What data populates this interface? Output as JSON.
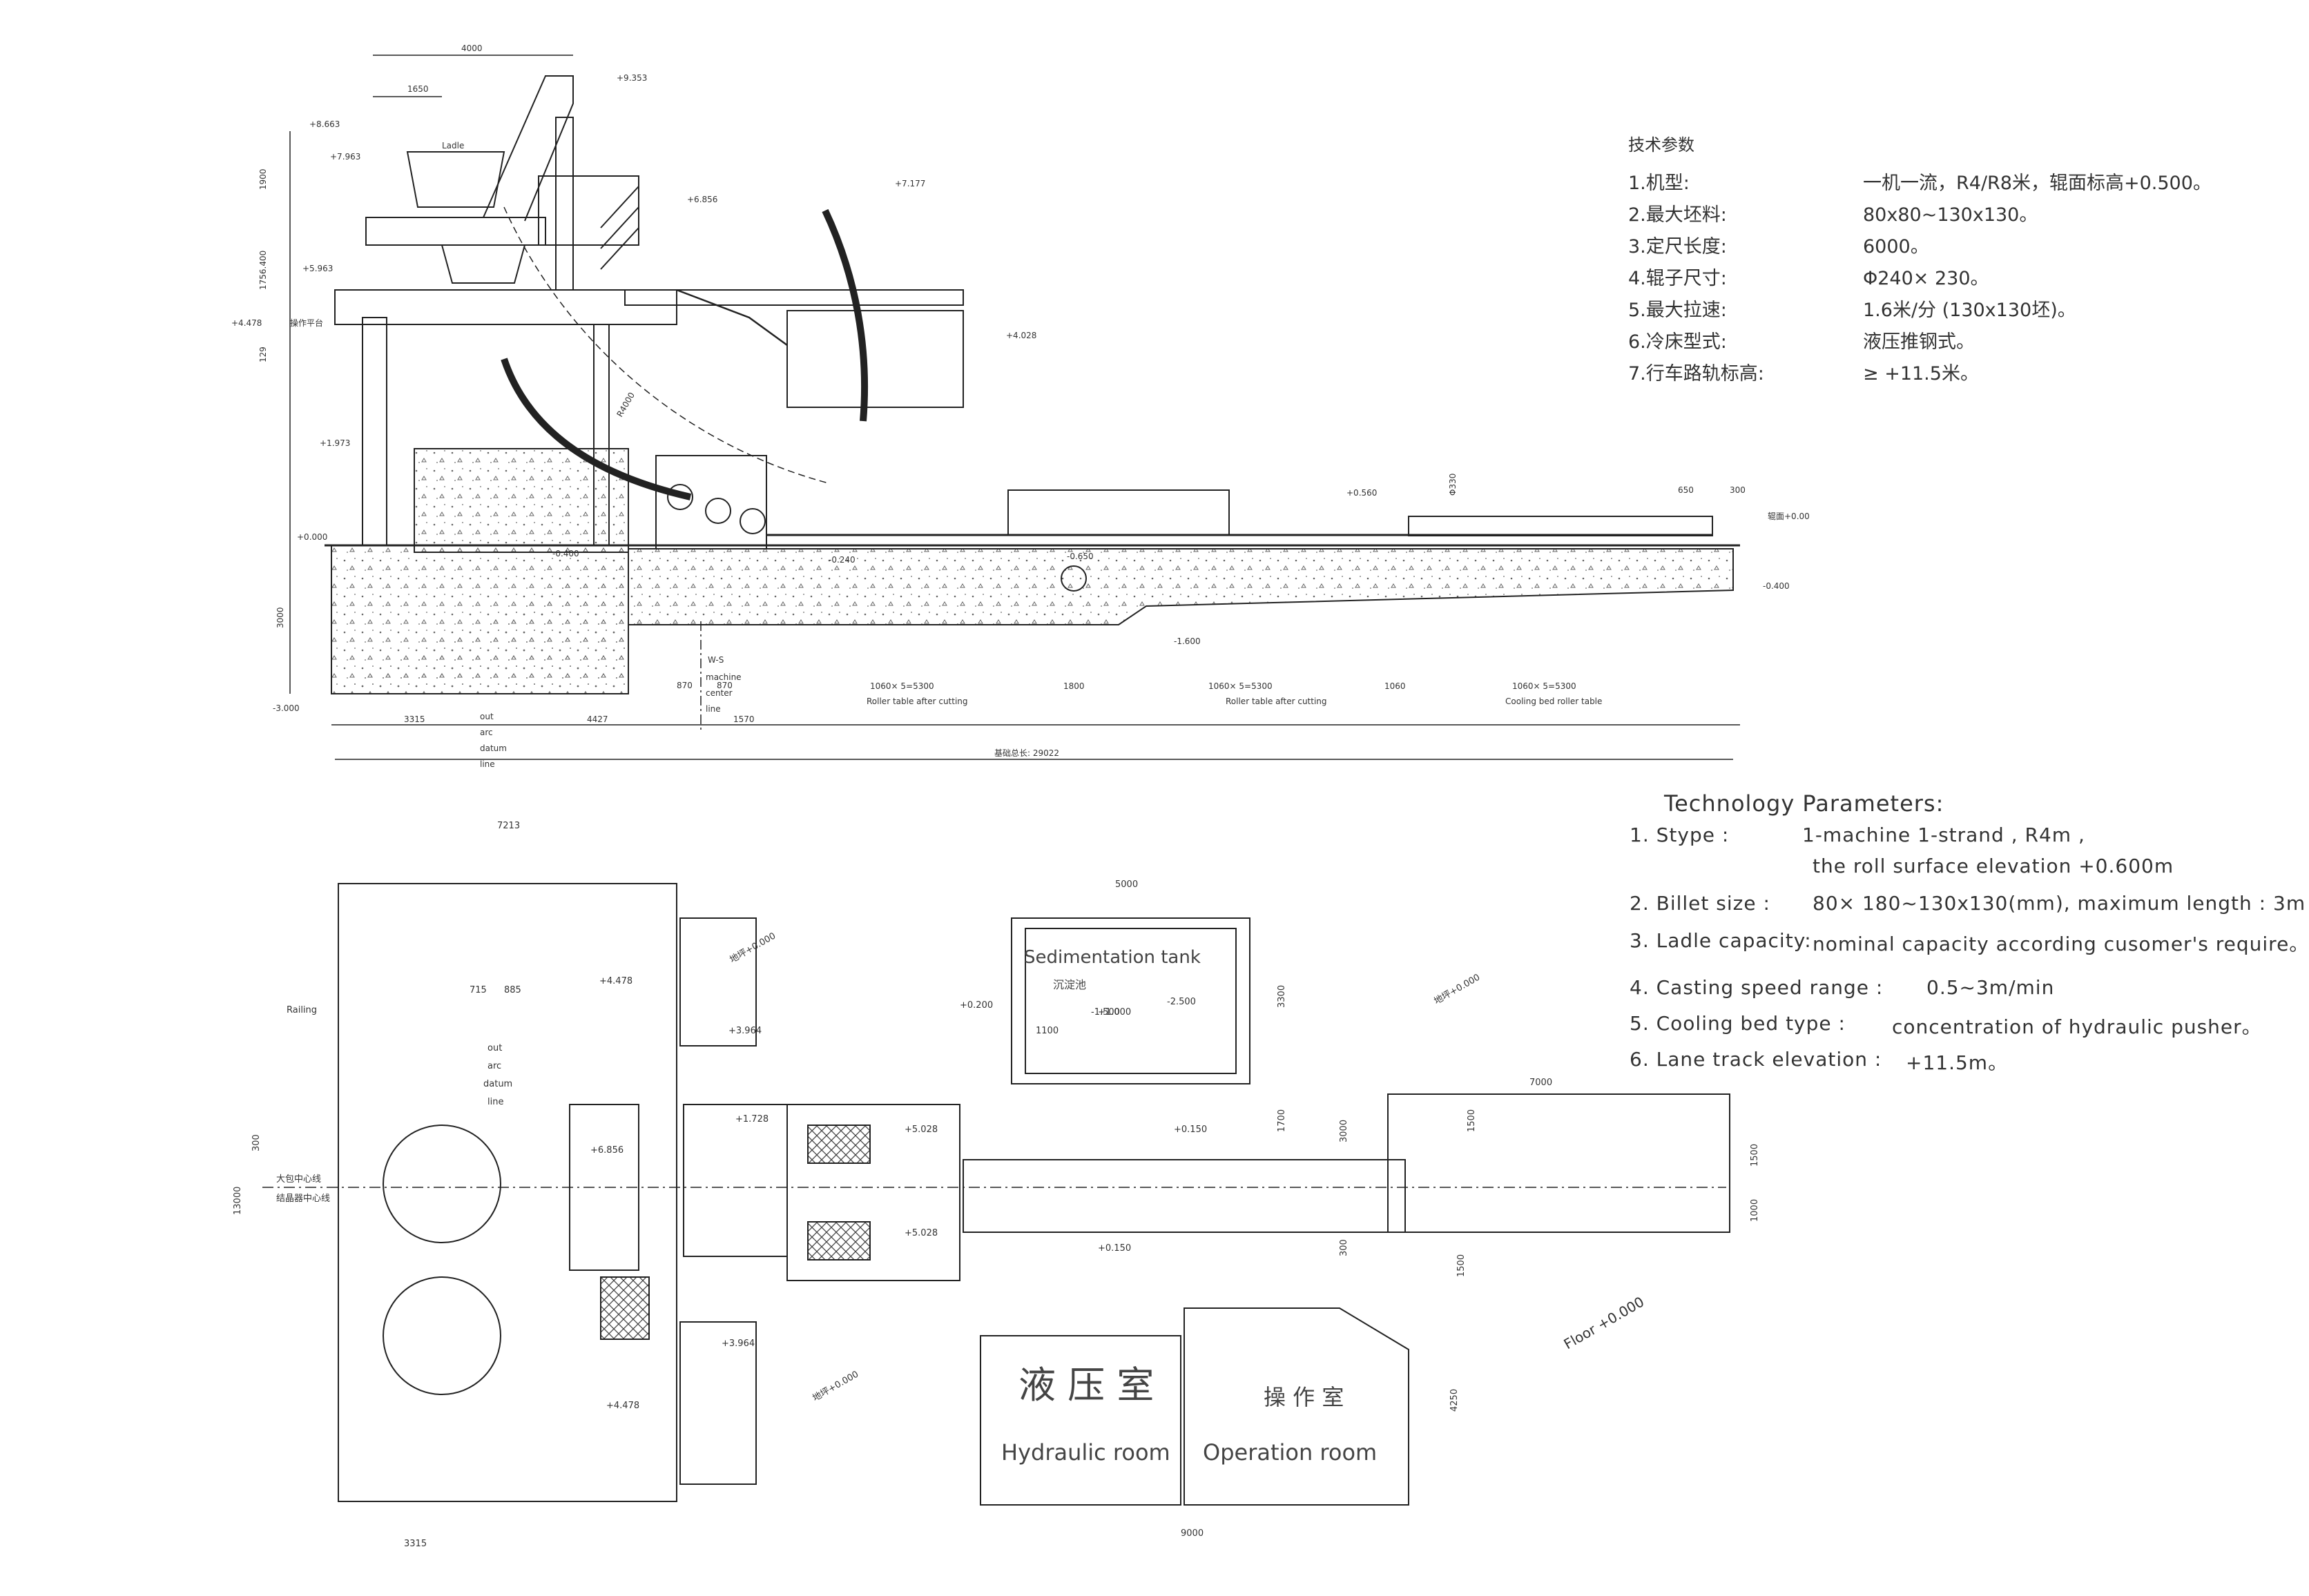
{
  "tech_cn": {
    "title": "技术参数",
    "rows": [
      {
        "k": "1.机型:",
        "v": "一机一流，R4/R8米，辊面标高+0.500。"
      },
      {
        "k": "2.最大坯料:",
        "v": "80x80~130x130。"
      },
      {
        "k": "3.定尺长度:",
        "v": "6000。"
      },
      {
        "k": "4.辊子尺寸:",
        "v": "Φ240× 230。"
      },
      {
        "k": "5.最大拉速:",
        "v": "1.6米/分 (130x130坯)。"
      },
      {
        "k": "6.冷床型式:",
        "v": "液压推钢式。"
      },
      {
        "k": "7.行车路轨标高:",
        "v": "≥ +11.5米。"
      }
    ]
  },
  "tech_en": {
    "title": "Technology Parameters:",
    "rows": [
      {
        "k": "1. Stype :",
        "v": "1-machine 1-strand , R4m ,"
      },
      {
        "k": "",
        "v": "the roll surface elevation +0.600m"
      },
      {
        "k": "2. Billet size :",
        "v": "80× 180~130x130(mm),  maximum length : 3m"
      },
      {
        "k": "3. Ladle capacity:",
        "v": "nominal capacity according cusomer's require。"
      },
      {
        "k": "4. Casting speed range :",
        "v": "0.5~3m/min"
      },
      {
        "k": "5. Cooling bed type :",
        "v": "concentration of hydraulic pusher。"
      },
      {
        "k": "6. Lane track elevation :",
        "v": "+11.5m。"
      }
    ]
  },
  "elevation": {
    "dims_top": [
      "4000",
      "1650"
    ],
    "levels": [
      "+9.353",
      "+8.663",
      "+7.963",
      "+7.177",
      "+6.856",
      "+5.963",
      "+4.478",
      "+4.028",
      "+1.973",
      "+0.000",
      "-0.400",
      "-0.240",
      "+0.560",
      "-0.650",
      "-1.600",
      "-3.000",
      "辊面+0.00",
      "-0.400"
    ],
    "vertical_dims": [
      "1900",
      "1756.400",
      "129",
      "3000"
    ],
    "labels": [
      "Ladle",
      "R4000",
      "W-S",
      "machine",
      "center",
      "line",
      "out",
      "arc",
      "datum",
      "line",
      "操作平台"
    ],
    "bottom_dims": [
      "3315",
      "4427",
      "870",
      "870",
      "1570",
      "1060× 5=5300",
      "1800",
      "1060× 5=5300",
      "1060",
      "1060× 5=5300",
      "650",
      "300",
      "Φ330"
    ],
    "section_labels": [
      "Roller table after cutting",
      "Roller table after cutting",
      "Cooling bed roller table"
    ],
    "total": "基础总长: 29022"
  },
  "plan": {
    "dims": [
      "7213",
      "13000",
      "3315",
      "715",
      "885",
      "300",
      "5000",
      "3300",
      "1700",
      "1100",
      "3000",
      "1500",
      "7000",
      "1500",
      "1000",
      "300",
      "1500",
      "4250",
      "9000"
    ],
    "labels": [
      "Railing",
      "out",
      "arc",
      "datum",
      "line",
      "大包中心线",
      "结晶器中心线"
    ],
    "levels": [
      "+4.478",
      "+6.856",
      "+1.728",
      "+5.028",
      "+5.028",
      "+3.964",
      "+4.478",
      "+3.964",
      "+0.200",
      "+1.000",
      "+0.150",
      "+0.150",
      "-1.500",
      "-2.500"
    ],
    "floor_labels": [
      "地坪+0.000",
      "地坪+0.000",
      "地坪+0.000",
      "Floor +0.000"
    ],
    "sed_tank": {
      "en": "Sedimentation tank",
      "cn": "沉淀池"
    },
    "hydraulic_room": {
      "cn": "液 压 室",
      "en": "Hydraulic room"
    },
    "operation_room": {
      "cn": "操 作 室",
      "en": "Operation room"
    }
  }
}
